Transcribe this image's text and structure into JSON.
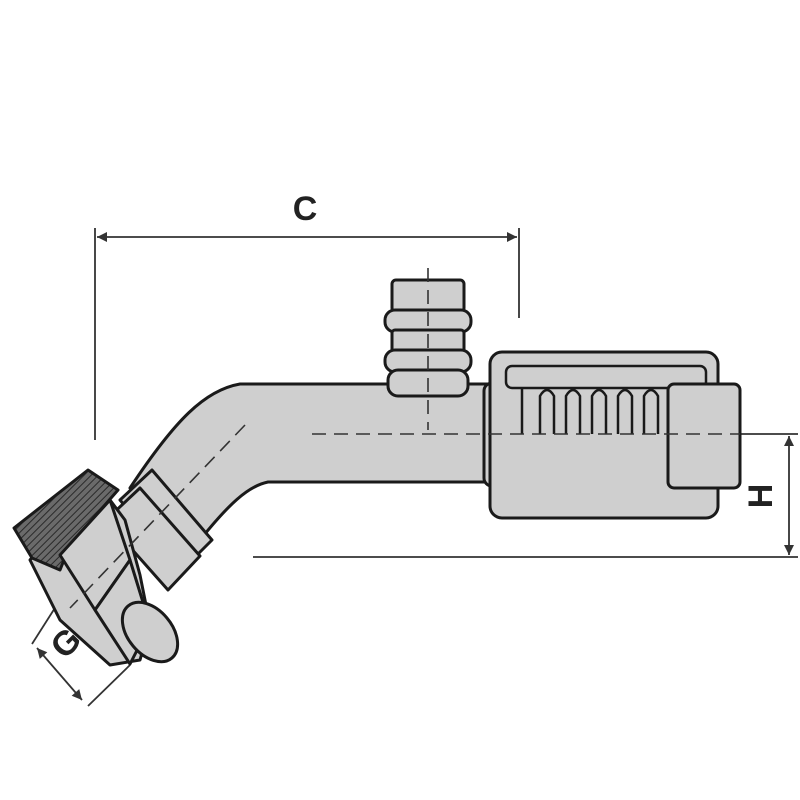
{
  "dimensions": {
    "c_label": "C",
    "h_label": "H",
    "g_label": "G"
  },
  "colors": {
    "outline": "#1a1a1a",
    "body_fill": "#cfcfcf",
    "dark_fill": "#555555",
    "line": "#333333",
    "background": "#ffffff"
  }
}
